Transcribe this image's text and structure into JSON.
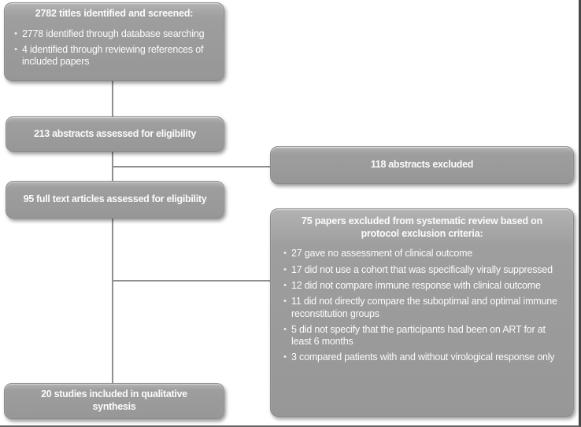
{
  "figure": {
    "glyphs": {
      "bullet": "•"
    },
    "colors": {
      "box_fill": "#9c9c9c",
      "box_border": "#8a8a8a",
      "box_text": "#fbfbfb",
      "connector": "#8f8f8f",
      "frame_border": "#474747"
    },
    "boxes": {
      "titles_screened": {
        "title": "2782 titles identified and screened:",
        "bullets": [
          "2778 identified through database searching",
          "4 identified through reviewing references of included papers"
        ]
      },
      "abstracts_assessed": {
        "label": "213 abstracts assessed for eligibility"
      },
      "abstracts_excluded": {
        "label": "118 abstracts excluded"
      },
      "fulltext_assessed": {
        "label": "95 full text articles assessed for eligibility"
      },
      "papers_excluded": {
        "title": "75 papers excluded from systematic review based on protocol exclusion criteria:",
        "bullets": [
          "27 gave no assessment of clinical outcome",
          "17 did not use a cohort that was specifically virally suppressed",
          "12 did not compare immune response with clinical outcome",
          "11 did not directly compare the suboptimal and optimal immune reconstitution groups",
          "5 did not specify that the participants had been on ART for at least 6 months",
          "3 compared patients with and without virological response only"
        ]
      },
      "included_studies": {
        "label": "20  studies included in qualitative synthesis"
      }
    }
  }
}
